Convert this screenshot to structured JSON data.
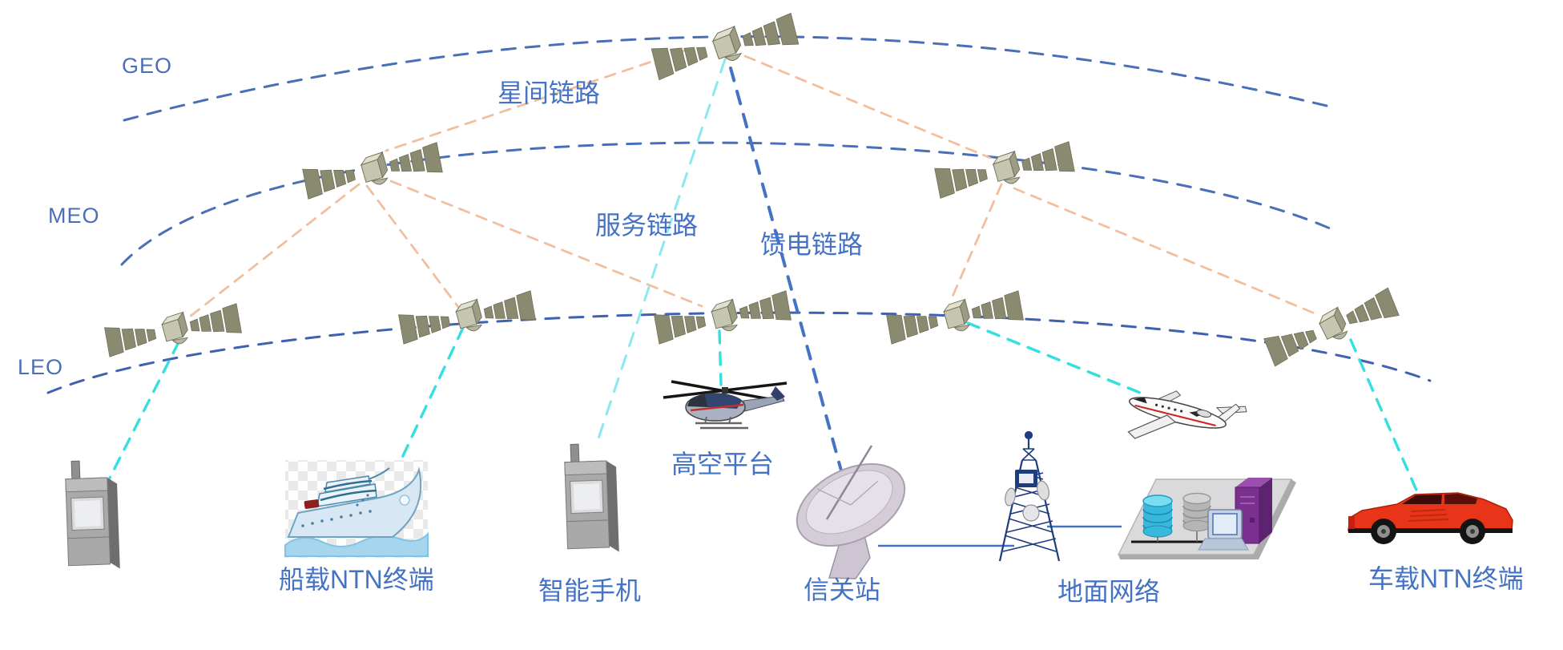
{
  "diagram": {
    "orbit_labels": {
      "geo": "GEO",
      "meo": "MEO",
      "leo": "LEO"
    },
    "link_labels": {
      "inter_satellite": "星间链路",
      "service": "服务链路",
      "feeder": "馈电链路"
    },
    "node_labels": {
      "haps": "高空平台",
      "ship": "船载NTN终端",
      "smartphone": "智能手机",
      "gateway": "信关站",
      "ground_network": "地面网络",
      "car": "车载NTN终端"
    },
    "satellite_counts": {
      "geo": 1,
      "meo": 2,
      "leo": 5
    },
    "colors": {
      "orbit_line": "#4a6fb8",
      "inter_satellite_link": "#f2bf9e",
      "service_link": "#35dfe0",
      "feeder_link": "#4472c4",
      "label_text": "#4472c4"
    }
  }
}
